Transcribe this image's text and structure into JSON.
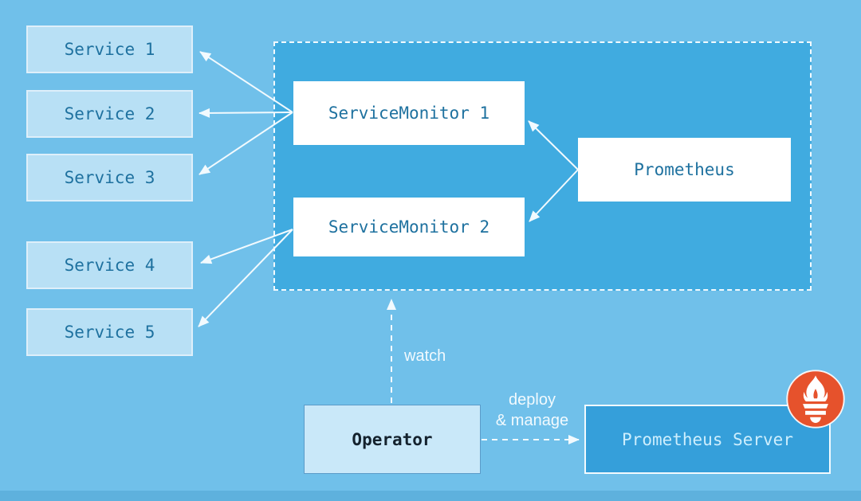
{
  "diagram": {
    "services": [
      {
        "label": "Service 1"
      },
      {
        "label": "Service 2"
      },
      {
        "label": "Service 3"
      },
      {
        "label": "Service 4"
      },
      {
        "label": "Service 5"
      }
    ],
    "monitor_group": {
      "service_monitor_1": "ServiceMonitor 1",
      "service_monitor_2": "ServiceMonitor 2",
      "prometheus": "Prometheus"
    },
    "operator": "Operator",
    "prometheus_server": "Prometheus Server",
    "edge_labels": {
      "watch": "watch",
      "deploy_line1": "deploy",
      "deploy_line2": "& manage"
    },
    "icons": {
      "prometheus_logo": "prometheus-flame-icon"
    },
    "colors": {
      "background": "#70c0ea",
      "group_fill": "#40abe0",
      "service_fill": "#b8e0f5",
      "service_border": "#deeffa",
      "operator_fill": "#c9e8f9",
      "operator_border": "#5b9bc9",
      "server_fill": "#359fda",
      "server_border": "#f2fafe",
      "logo_orange": "#e6522c",
      "text_teal": "#1e719f",
      "text_dark": "#14222e",
      "text_light": "#cdeefd",
      "arrow_white": "#f2fafe"
    }
  }
}
